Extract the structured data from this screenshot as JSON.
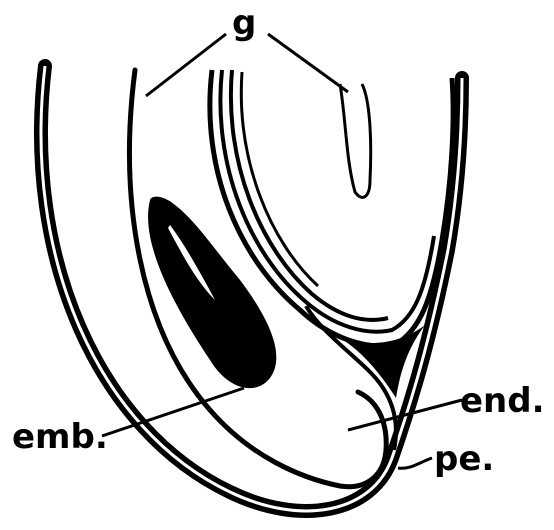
{
  "labels": {
    "g": "g",
    "emb": "emb.",
    "end": "end.",
    "pe": "pe."
  },
  "colors": {
    "ink": "#000000",
    "paper": "#ffffff"
  }
}
